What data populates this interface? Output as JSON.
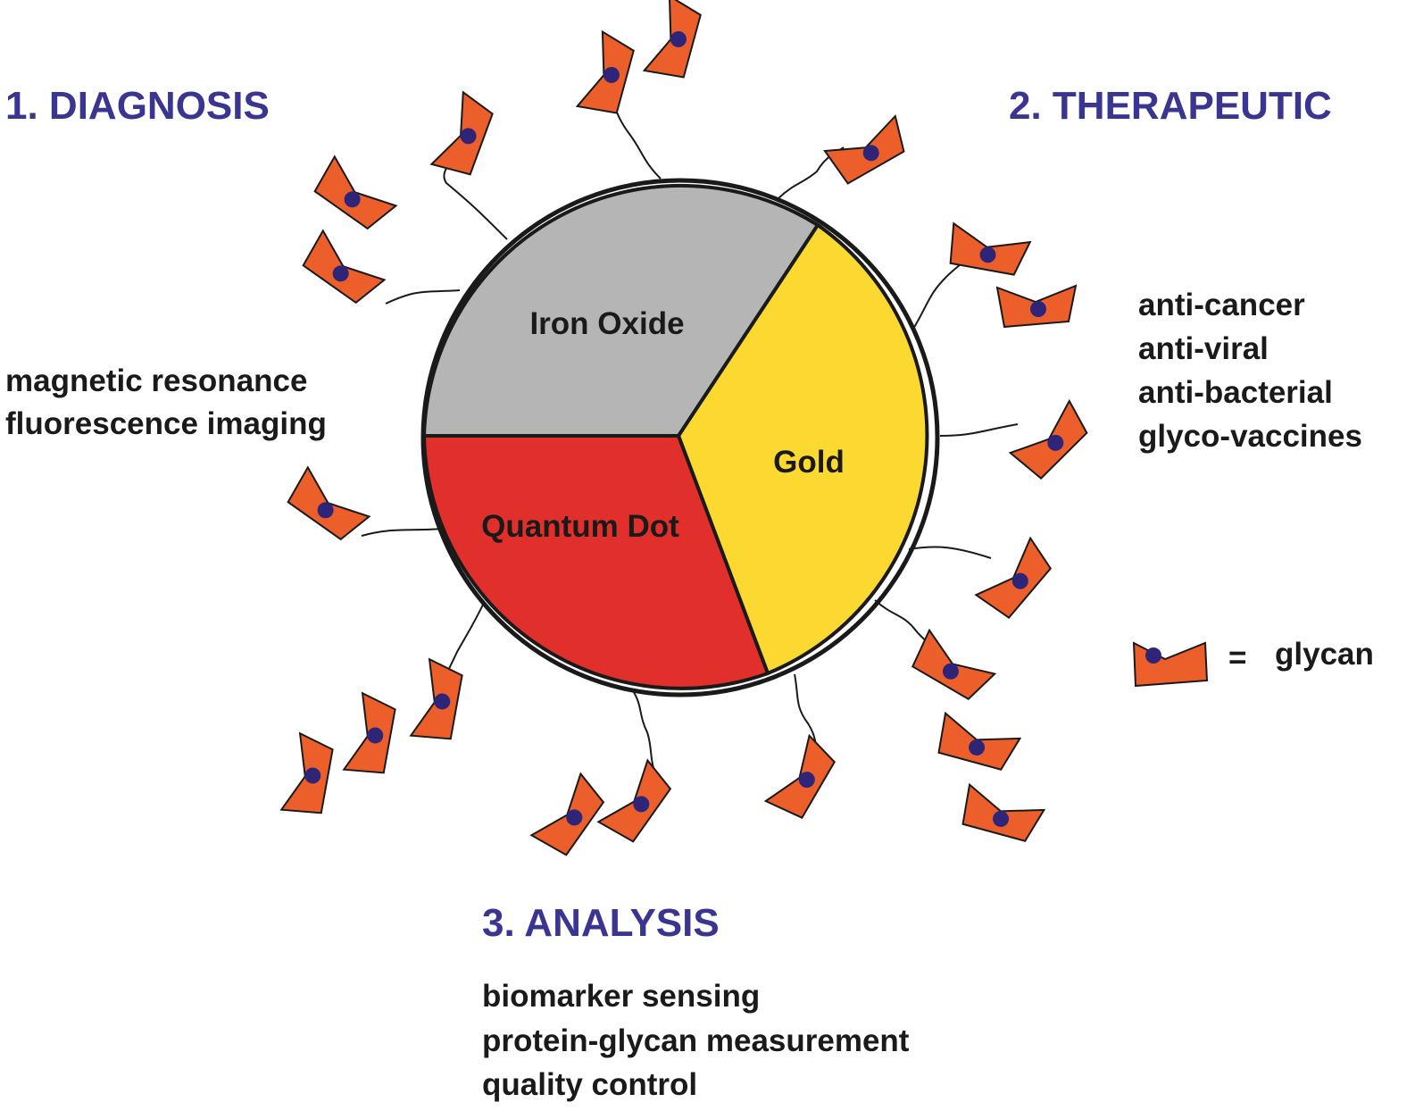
{
  "colors": {
    "heading": "#3a3590",
    "text": "#1a1a1a",
    "iron_oxide": "#b5b5b5",
    "gold": "#fbd930",
    "quantum_dot": "#e1302b",
    "glycan_fill": "#ec5f2b",
    "glycan_dot": "#2f2578",
    "outline": "#1a1a1a"
  },
  "sections": {
    "diagnosis": {
      "heading": "1. DIAGNOSIS",
      "lines": [
        "magnetic resonance",
        "fluorescence imaging"
      ]
    },
    "therapeutic": {
      "heading": "2. THERAPEUTIC",
      "lines": [
        "anti-cancer",
        "anti-viral",
        "anti-bacterial",
        "glyco-vaccines"
      ]
    },
    "analysis": {
      "heading": "3. ANALYSIS",
      "lines": [
        "biomarker sensing",
        "protein-glycan measurement",
        "quality control"
      ]
    }
  },
  "nanoparticle": {
    "segments": [
      {
        "key": "iron_oxide",
        "label": "Iron Oxide"
      },
      {
        "key": "gold",
        "label": "Gold"
      },
      {
        "key": "quantum_dot",
        "label": "Quantum Dot"
      }
    ]
  },
  "legend": {
    "equals": "=",
    "label": "glycan",
    "icon": "glycan-icon"
  }
}
